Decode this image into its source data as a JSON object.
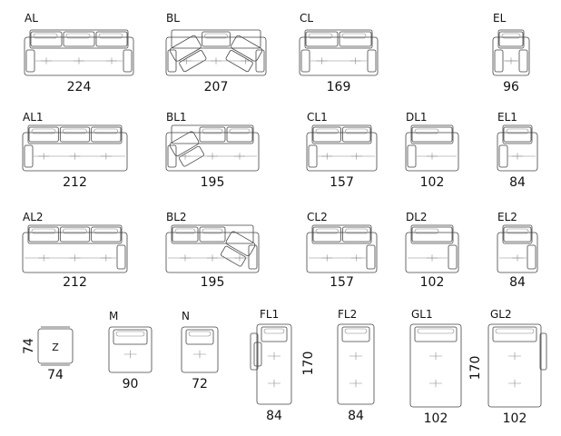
{
  "title": "Sofa modules",
  "modules": [
    {
      "code": "AL",
      "width": "224",
      "type": "sofa",
      "seats": 3,
      "arms": "both",
      "row": 0,
      "col": 0
    },
    {
      "code": "BL",
      "width": "207",
      "type": "recliner",
      "seats": 3,
      "arms": "both",
      "row": 0,
      "col": 1
    },
    {
      "code": "CL",
      "width": "169",
      "type": "sofa",
      "seats": 2,
      "arms": "both",
      "row": 0,
      "col": 2
    },
    {
      "code": "EL",
      "width": "96",
      "type": "sofa",
      "seats": 1,
      "arms": "both",
      "row": 0,
      "col": 4
    },
    {
      "code": "AL1",
      "width": "212",
      "type": "sofa",
      "seats": 3,
      "arms": "left",
      "row": 1,
      "col": 0
    },
    {
      "code": "BL1",
      "width": "195",
      "type": "recliner",
      "seats": 3,
      "arms": "left",
      "row": 1,
      "col": 1
    },
    {
      "code": "CL1",
      "width": "157",
      "type": "sofa",
      "seats": 2,
      "arms": "left",
      "row": 1,
      "col": 2
    },
    {
      "code": "DL1",
      "width": "102",
      "type": "sofa",
      "seats": 1,
      "arms": "left",
      "row": 1,
      "col": 3
    },
    {
      "code": "EL1",
      "width": "84",
      "type": "sofa",
      "seats": 1,
      "arms": "left",
      "row": 1,
      "col": 4
    },
    {
      "code": "AL2",
      "width": "212",
      "type": "sofa",
      "seats": 3,
      "arms": "right",
      "row": 2,
      "col": 0
    },
    {
      "code": "BL2",
      "width": "195",
      "type": "recliner",
      "seats": 3,
      "arms": "right",
      "row": 2,
      "col": 1
    },
    {
      "code": "CL2",
      "width": "157",
      "type": "sofa",
      "seats": 2,
      "arms": "right",
      "row": 2,
      "col": 2
    },
    {
      "code": "DL2",
      "width": "102",
      "type": "sofa",
      "seats": 1,
      "arms": "right",
      "row": 2,
      "col": 3
    },
    {
      "code": "EL2",
      "width": "84",
      "type": "sofa",
      "seats": 1,
      "arms": "right",
      "row": 2,
      "col": 4
    }
  ],
  "bottom_modules": [
    {
      "code": "",
      "inner_label": "Z",
      "width": "74",
      "depth": "74",
      "type": "pouf"
    },
    {
      "code": "M",
      "width": "90",
      "type": "armchair"
    },
    {
      "code": "N",
      "width": "72",
      "type": "armchair"
    },
    {
      "code": "FL1",
      "width": "84",
      "depth": "170",
      "type": "chaise",
      "arms": "left"
    },
    {
      "code": "FL2",
      "width": "84",
      "type": "chaise",
      "arms": "none"
    },
    {
      "code": "GL1",
      "width": "102",
      "depth": "170",
      "type": "chaise",
      "arms": "none"
    },
    {
      "code": "GL2",
      "width": "102",
      "type": "chaise",
      "arms": "right"
    }
  ]
}
